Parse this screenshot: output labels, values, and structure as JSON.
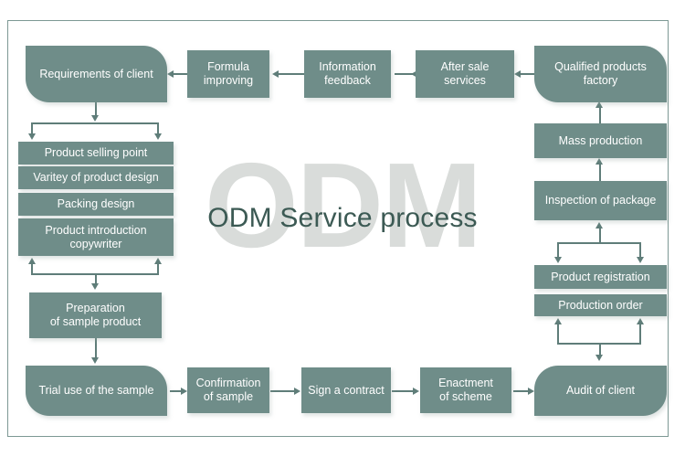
{
  "diagram": {
    "title": "ODM Service process",
    "watermark": "ODM",
    "colors": {
      "box_fill": "#6f8d89",
      "box_text": "#ffffff",
      "connector": "#5f7d79",
      "frame": "#7d9894",
      "title_text": "#3c5a54",
      "watermark_text": "#d9dcda",
      "background": "#ffffff"
    },
    "nodes": {
      "requirements_of_client": "Requirements of client",
      "formula_improving": "Formula\nimproving",
      "information_feedback": "Information\nfeedback",
      "after_sale_services": "After sale services",
      "qualified_products_factory": "Qualified products\nfactory",
      "product_selling_point": "Product selling point",
      "varitey_of_product_design": "Varitey of product design",
      "packing_design": "Packing design",
      "product_introduction_copywriter": "Product introduction\ncopywriter",
      "preparation_of_sample_product": "Preparation\nof sample product",
      "trial_use_of_the_sample": "Trial use of the sample",
      "confirmation_of_sample": "Confirmation\nof sample",
      "sign_a_contract": "Sign a contract",
      "enactment_of_scheme": "Enactment\nof scheme",
      "audit_of_client": "Audit of client",
      "mass_production": "Mass production",
      "inspection_of_package": "Inspection of package",
      "product_registration": "Product registration",
      "production_order": "Production order"
    },
    "flow_order": [
      "Requirements of client",
      "Product selling point",
      "Varitey of product design",
      "Packing design",
      "Product introduction copywriter",
      "Preparation of sample product",
      "Trial use of the sample",
      "Confirmation of sample",
      "Sign a contract",
      "Enactment of scheme",
      "Audit of client",
      "Production order",
      "Product registration",
      "Inspection of package",
      "Mass production",
      "Qualified products factory",
      "After sale services",
      "Information feedback",
      "Formula improving",
      "Requirements of client"
    ]
  }
}
